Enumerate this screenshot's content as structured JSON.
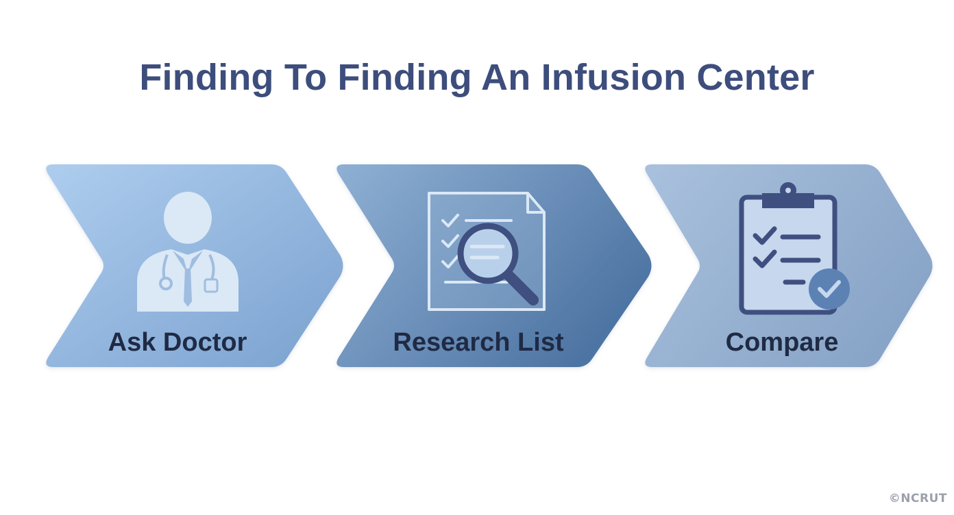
{
  "title": "Finding To Finding An Infusion Center",
  "steps": [
    {
      "label": "Ask Doctor",
      "icon": "doctor-icon"
    },
    {
      "label": "Research List",
      "icon": "document-search-icon"
    },
    {
      "label": "Compare",
      "icon": "clipboard-checklist-icon"
    }
  ],
  "watermark": "©NCRUT",
  "colors": {
    "title": "#3d4d7c",
    "label": "#1f2a44",
    "step1_start": "#a9c9ec",
    "step1_end": "#7aa3d1",
    "step2_start": "#8dacd0",
    "step2_end": "#4f77a6",
    "step3_start": "#a4bcd9",
    "step3_end": "#8ca7c8",
    "icon_fill": "#dbe8f6",
    "icon_dark": "#3e4f80"
  }
}
